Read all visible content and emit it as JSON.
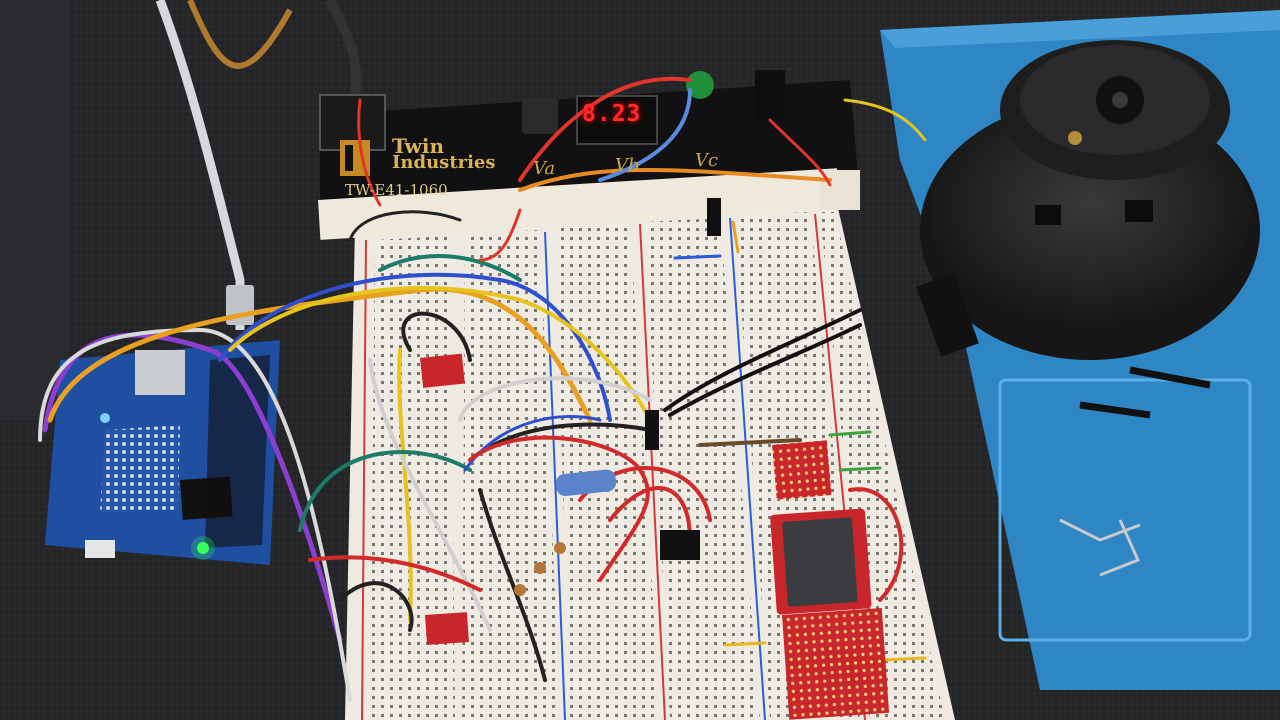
{
  "power_supply": {
    "brand_line1": "Twin",
    "brand_line2": "Industries",
    "model": "TW-E41-1060",
    "display_reading": "8.23",
    "rail_labels": [
      "Va",
      "Vb",
      "Vc"
    ]
  },
  "colors": {
    "background": "#1b1b1d",
    "mat": "#2f86c4",
    "breadboard": "#eeeae2",
    "arduino_board": "#1e4fa0",
    "sparkfun_board": "#c8262b"
  }
}
